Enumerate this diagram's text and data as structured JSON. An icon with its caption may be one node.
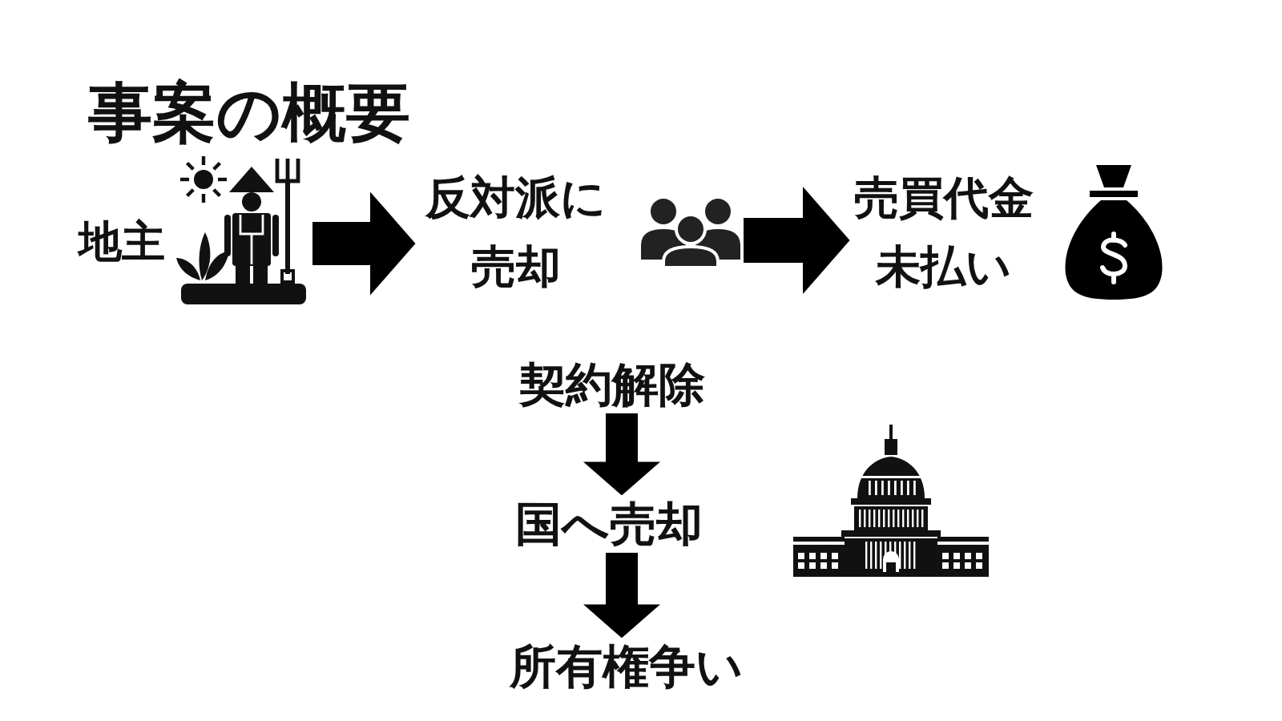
{
  "diagram": {
    "title": "事案の概要",
    "nodes": [
      {
        "text": [
          "地主"
        ]
      },
      {
        "text": [
          "反対派に売却"
        ]
      },
      {
        "text": [
          "売買代金未払い"
        ]
      },
      {
        "text": [
          "契約解除"
        ]
      },
      {
        "text": [
          "国へ売却"
        ]
      },
      {
        "text": [
          "所有権争い"
        ]
      }
    ],
    "edges": [
      {
        "from": 0,
        "to": 1,
        "arrow": "to"
      },
      {
        "from": 1,
        "to": 2,
        "arrow": "to"
      },
      {
        "from": 3,
        "to": 4,
        "arrow": "to"
      },
      {
        "from": 4,
        "to": 5,
        "arrow": "to"
      }
    ]
  }
}
